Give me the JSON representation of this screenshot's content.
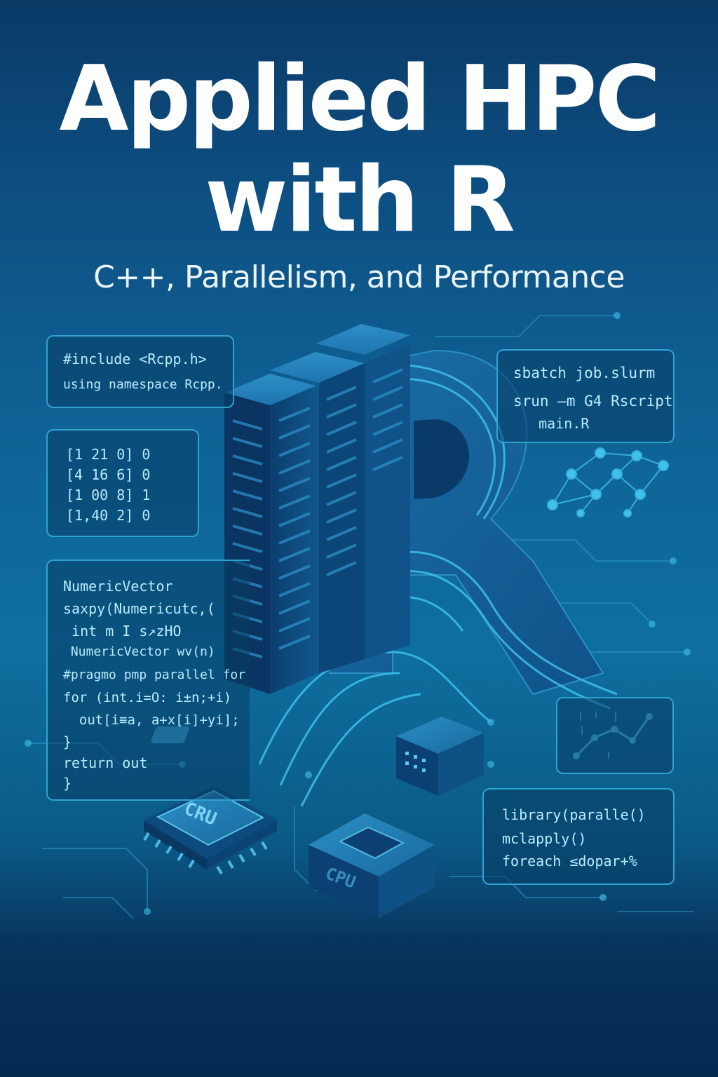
{
  "cover": {
    "title_line1": "Applied HPC",
    "title_line2": "with R",
    "subtitle": "C++, Parallelism, and Performance"
  },
  "panels": {
    "rcpp_header": [
      "#include <Rcpp.h>",
      "using namespace Rcpp."
    ],
    "matrix": [
      "[1 21 0] 0",
      "[4 16 6] 0",
      "[1 00 8] 1",
      "[1,40 2] 0"
    ],
    "saxpy": [
      "NumericVector",
      "saxpy(Numericutc,(",
      " int m I s↗zHO",
      " NumericVector wv(n)",
      "#pragmo pmp parallel for",
      "for (int.i=O: i±n;+i)",
      "  out[i≡a, a+x[i]+yi];",
      "}",
      "return out",
      "}"
    ],
    "slurm": [
      "sbatch job.slurm",
      "srun –m G4 Rscript",
      "   main.R"
    ],
    "parallel": [
      "library(paralle()",
      "mclapply()",
      "foreach ≤dopar+%"
    ]
  },
  "chips": {
    "left_label": "CRU",
    "right_label": "CPU"
  },
  "colors": {
    "accent": "#2fa3cf",
    "code_text": "#b9ecff",
    "title": "#ffffff"
  }
}
